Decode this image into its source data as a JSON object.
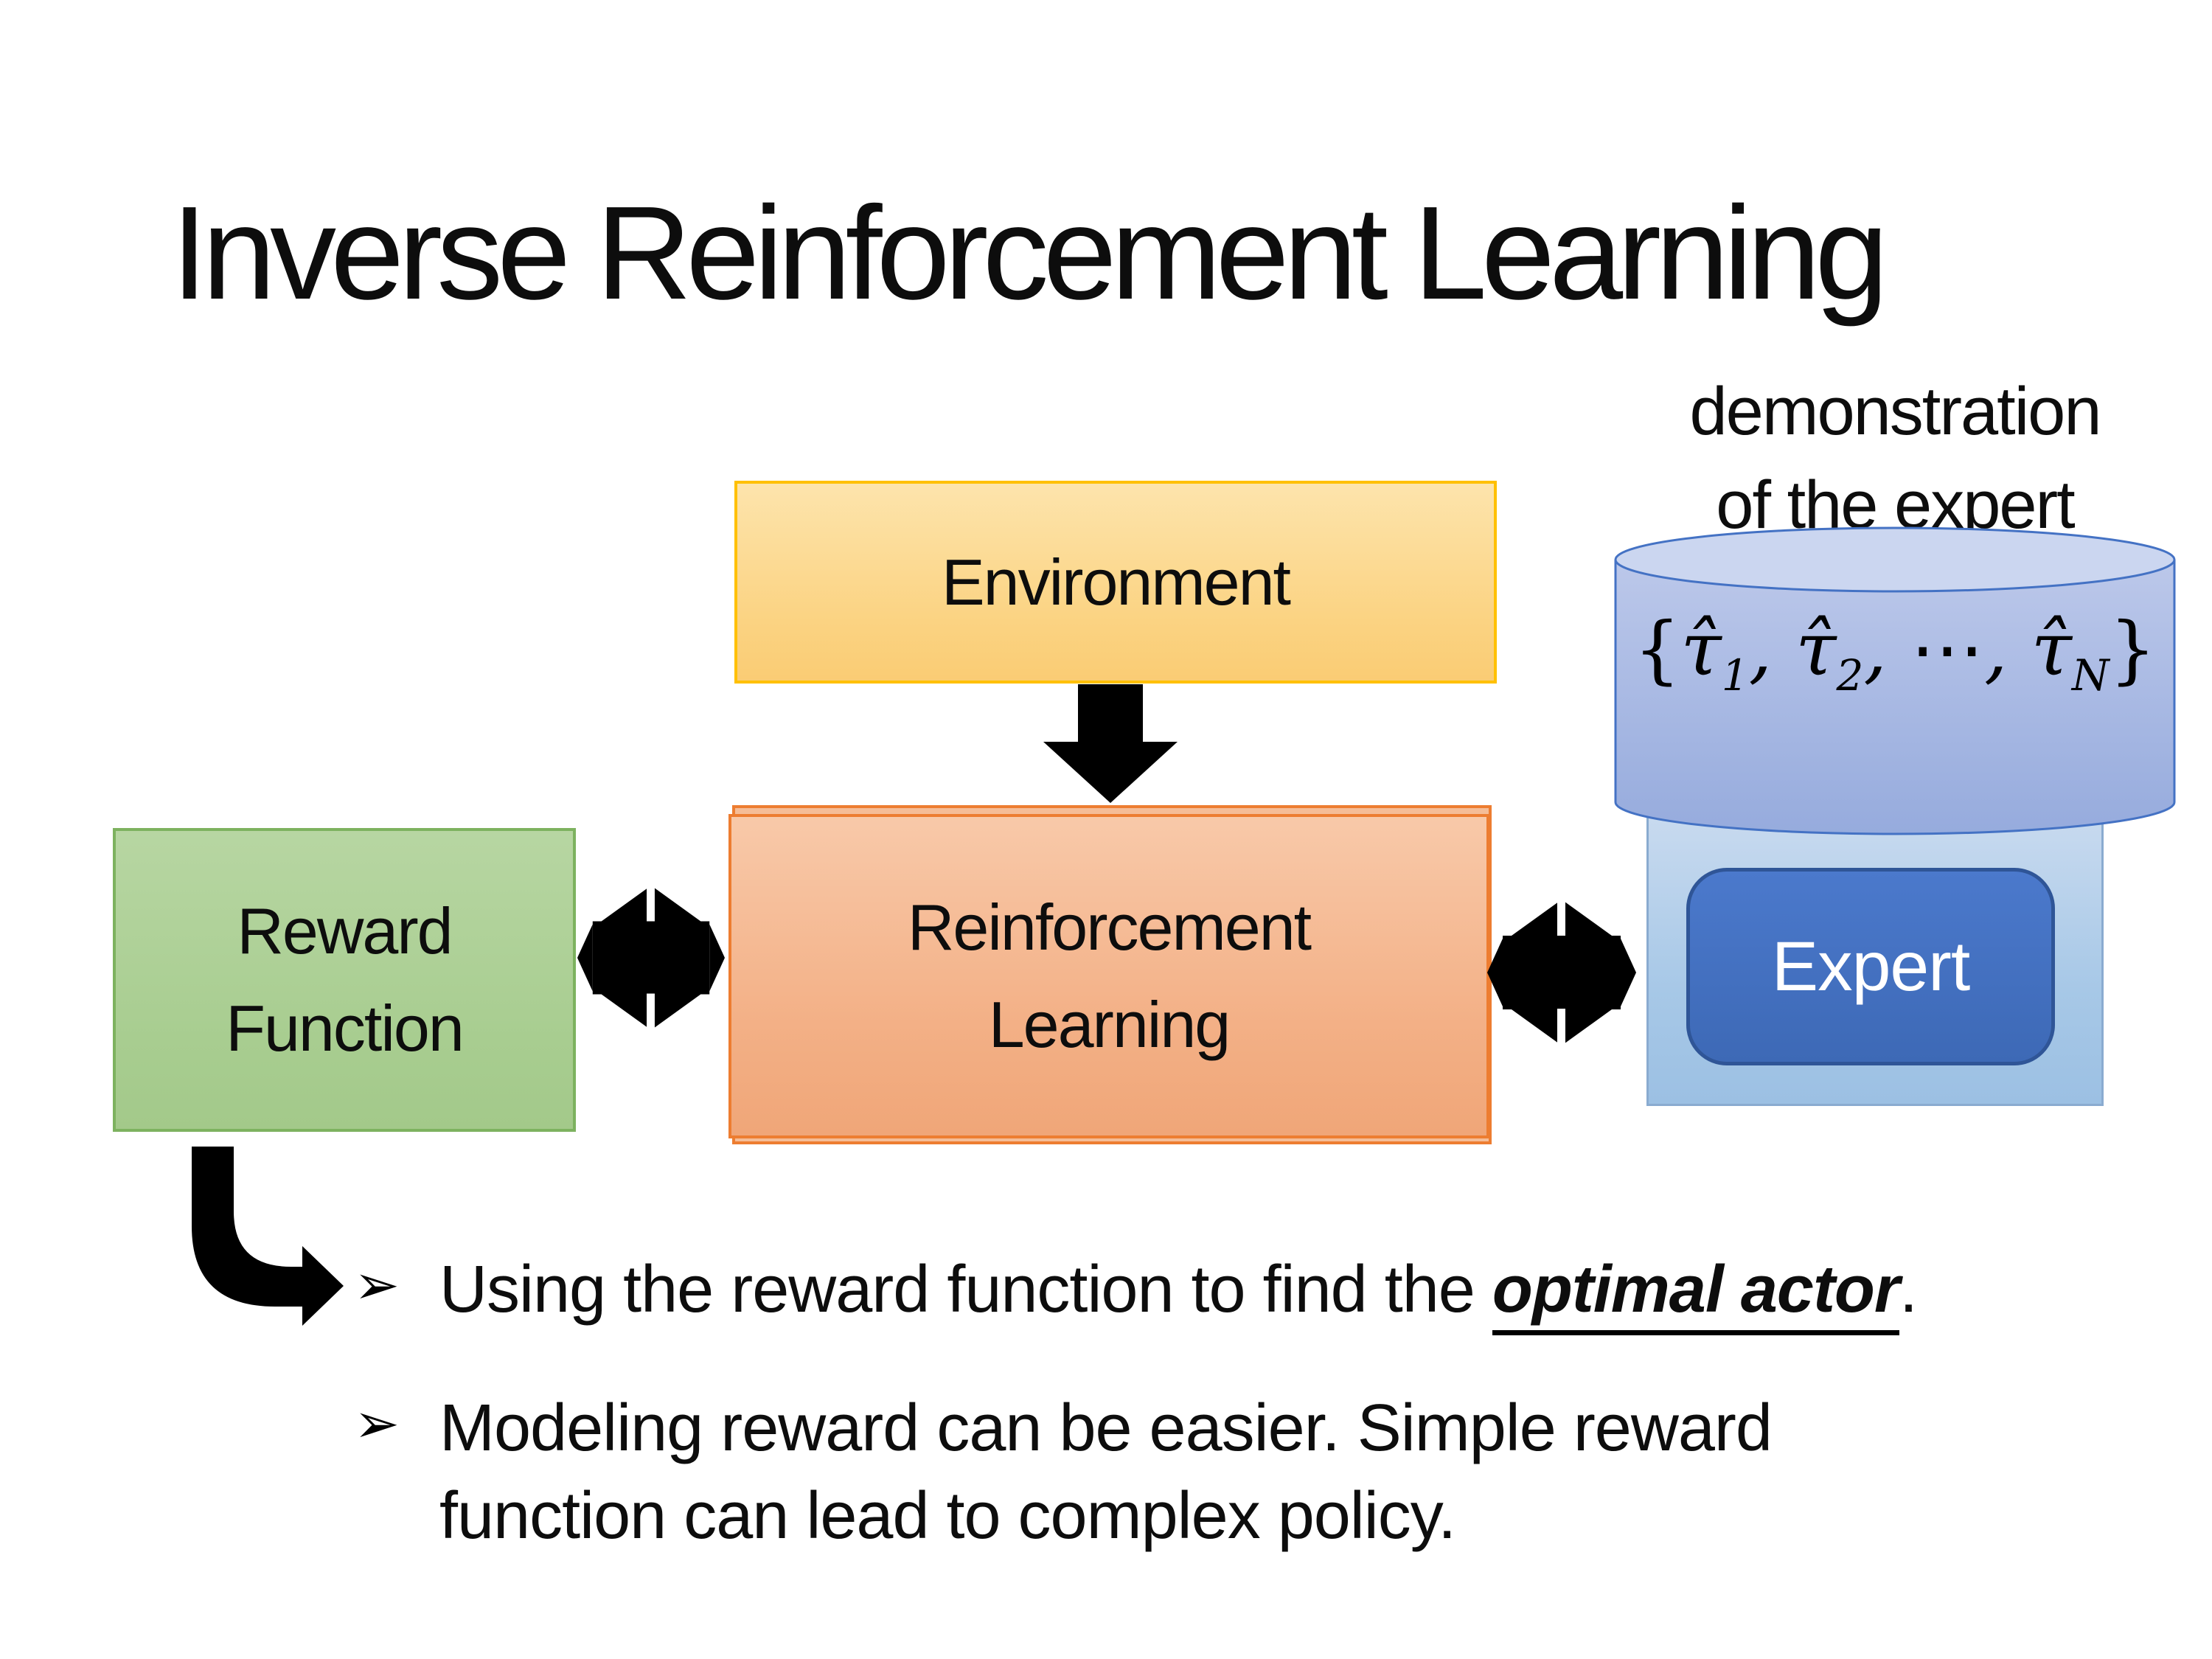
{
  "slide": {
    "title": "Inverse Reinforcement Learning",
    "demo_label": {
      "line1": "demonstration",
      "line2": "of the expert"
    },
    "boxes": {
      "environment": "Environment",
      "reward_function": {
        "line1": "Reward",
        "line2": "Function"
      },
      "reinforcement_learning": {
        "line1": "Reinforcement",
        "line2": "Learning"
      },
      "expert": "Expert"
    },
    "formula": {
      "open": "{",
      "tau": "τ̂",
      "sub1": "1",
      "sub2": "2",
      "subN": "N",
      "sep": ", ",
      "dots": "⋯",
      "close": "}"
    },
    "bullet_glyph": "➢",
    "bullets": [
      {
        "prefix": "Using the reward function to find the ",
        "emphasis": "optimal actor",
        "suffix": "."
      },
      {
        "line1": "Modeling reward can be easier. Simple reward",
        "line2": "function can lead to complex policy."
      }
    ],
    "colors": {
      "environment_fill": "#FBD382",
      "environment_border": "#FFC000",
      "rl_fill": "#F3B086",
      "rl_border": "#ED7D31",
      "reward_fill": "#A8CD90",
      "reward_border": "#7DB25F",
      "cylinder_fill": "#A3B4E2",
      "cylinder_top_fill": "#CBD6F0",
      "cylinder_border": "#4472C4",
      "expert_panel_fill": "#A7C8E7",
      "expert_fill": "#4472C4",
      "expert_border": "#2F5597",
      "arrow_color": "#000000",
      "text_color": "#0d0d0d"
    }
  }
}
